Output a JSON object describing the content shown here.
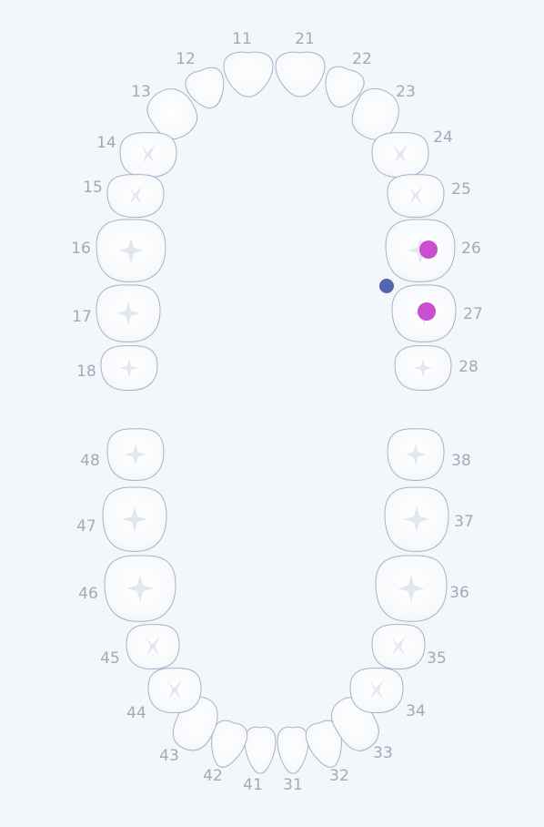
{
  "chart": {
    "colors": {
      "background": "#f4f7f9",
      "tooth_fill": "#fbfcfd",
      "tooth_outline": "#a9b1c8",
      "groove": "#e3e7ef",
      "number_label": "#a3a8bb",
      "marker_magenta": "#c94fd0",
      "marker_blue": "#5566b0"
    },
    "upper_teeth": [
      {
        "number": "11",
        "type": "incisor"
      },
      {
        "number": "12",
        "type": "incisor"
      },
      {
        "number": "13",
        "type": "canine"
      },
      {
        "number": "14",
        "type": "premolar"
      },
      {
        "number": "15",
        "type": "premolar"
      },
      {
        "number": "16",
        "type": "molar"
      },
      {
        "number": "17",
        "type": "molar"
      },
      {
        "number": "18",
        "type": "molar"
      },
      {
        "number": "21",
        "type": "incisor"
      },
      {
        "number": "22",
        "type": "incisor"
      },
      {
        "number": "23",
        "type": "canine"
      },
      {
        "number": "24",
        "type": "premolar"
      },
      {
        "number": "25",
        "type": "premolar"
      },
      {
        "number": "26",
        "type": "molar"
      },
      {
        "number": "27",
        "type": "molar"
      },
      {
        "number": "28",
        "type": "molar"
      }
    ],
    "lower_teeth": [
      {
        "number": "31",
        "type": "incisor"
      },
      {
        "number": "32",
        "type": "incisor"
      },
      {
        "number": "33",
        "type": "canine"
      },
      {
        "number": "34",
        "type": "premolar"
      },
      {
        "number": "35",
        "type": "premolar"
      },
      {
        "number": "36",
        "type": "molar"
      },
      {
        "number": "37",
        "type": "molar"
      },
      {
        "number": "38",
        "type": "molar"
      },
      {
        "number": "41",
        "type": "incisor"
      },
      {
        "number": "42",
        "type": "incisor"
      },
      {
        "number": "43",
        "type": "canine"
      },
      {
        "number": "44",
        "type": "premolar"
      },
      {
        "number": "45",
        "type": "premolar"
      },
      {
        "number": "46",
        "type": "molar"
      },
      {
        "number": "47",
        "type": "molar"
      },
      {
        "number": "48",
        "type": "molar"
      }
    ],
    "markers": [
      {
        "tooth": "26",
        "color": "magenta"
      },
      {
        "tooth": "27",
        "color": "magenta"
      },
      {
        "tooth": "26-27",
        "color": "blue"
      }
    ]
  }
}
